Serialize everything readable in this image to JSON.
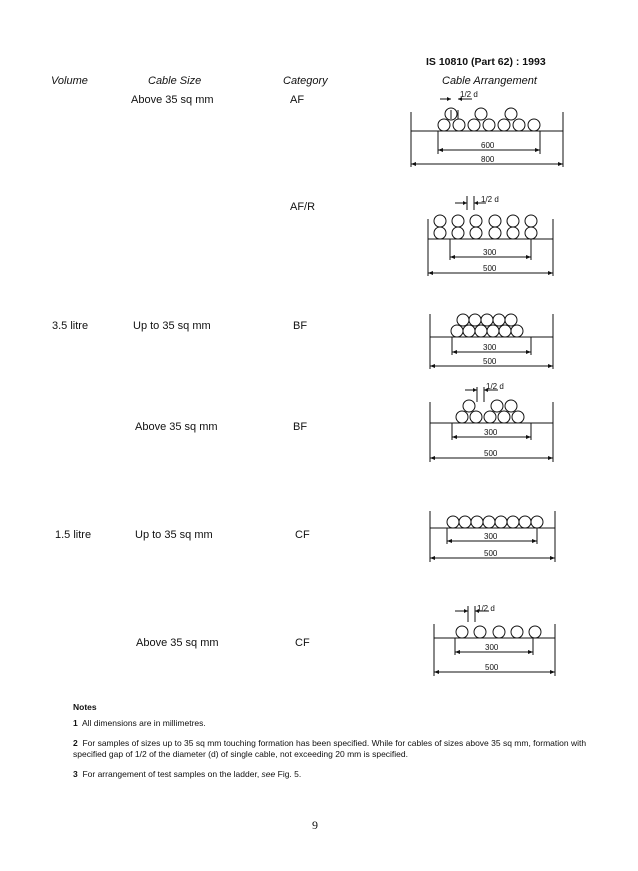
{
  "header": {
    "standard": "IS 10810 (Part 62) : 1993"
  },
  "columns": {
    "volume": "Volume",
    "cable_size": "Cable Size",
    "category": "Category",
    "arrangement": "Cable Arrangement"
  },
  "rows": [
    {
      "volume": "",
      "cable_size": "Above 35 sq mm",
      "category": "AF",
      "gap_label": "1/2 d",
      "inner_dim": "600",
      "outer_dim": "800"
    },
    {
      "volume": "",
      "cable_size": "",
      "category": "AF/R",
      "gap_label": "1/2 d",
      "inner_dim": "300",
      "outer_dim": "500"
    },
    {
      "volume": "3.5 litre",
      "cable_size": "Up to 35 sq mm",
      "category": "BF",
      "inner_dim": "300",
      "outer_dim": "500"
    },
    {
      "volume": "",
      "cable_size": "Above 35 sq mm",
      "category": "BF",
      "gap_label": "1/2 d",
      "inner_dim": "300",
      "outer_dim": "500"
    },
    {
      "volume": "1.5 litre",
      "cable_size": "Up to 35 sq mm",
      "category": "CF",
      "inner_dim": "300",
      "outer_dim": "500"
    },
    {
      "volume": "",
      "cable_size": "Above 35 sq mm",
      "category": "CF",
      "gap_label": "1/2 d",
      "inner_dim": "300",
      "outer_dim": "500"
    }
  ],
  "notes": {
    "title": "Notes",
    "items": [
      {
        "number": "1",
        "text": "All dimensions are in millimetres."
      },
      {
        "number": "2",
        "text": "For samples of sizes up to 35 sq mm touching formation has been specified. While for cables of sizes above 35 sq mm, formation with specified gap of 1/2 of the diameter (d) of single cable, not exceeding 20 mm is specified."
      },
      {
        "number": "3",
        "text_before": "For arrangement of test samples on the ladder, ",
        "see": "see",
        "text_after": " Fig. 5."
      }
    ]
  },
  "page_number": "9"
}
